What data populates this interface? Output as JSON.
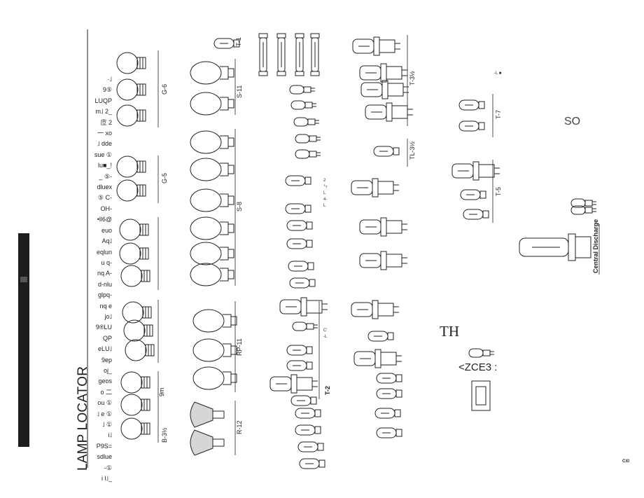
{
  "page": {
    "title": "LAMP LOCATOR",
    "corner_mark": "CXI"
  },
  "left_column_text": [
    "·˩",
    "9⑤",
    "LUQP",
    "m˩ 2_",
    "㡴 2",
    "一 xo",
    "˩ dde",
    "sue ①",
    "lu■_!",
    "_ ⑤-",
    "dluex",
    "⑤ C-",
    "OH-",
    "•ll6@",
    "euo",
    "Aq˩",
    "eqlun",
    "u q-",
    "nq A-",
    "d-nlu",
    "glpq-",
    "nq e",
    "jo˩",
    "9®LU",
    "QP",
    "eLU˩",
    "9ep",
    "oj_",
    "geos",
    "o 二",
    "ou ①",
    "˩ e ①",
    "˩ ①",
    "i˩",
    "P9S=",
    "sdlue",
    "-①",
    "i l˩_"
  ],
  "bulb_labels": {
    "g6": "G-6",
    "g5": "G-5",
    "b3_5": "B-3½",
    "s11": "S-11",
    "s8": "S-8",
    "rp11": "RP-11",
    "r12": "R-12",
    "t1": "T-1",
    "t2": "T-2",
    "t3_5": "T-3½",
    "tl3_5": "TL-3½",
    "t7": "T-7",
    "t5": "T-5",
    "central_discharge": "Central Discharge"
  },
  "stray_marks": {
    "so": "SO",
    "th": "TH",
    "zce": "<ZCE3 :",
    "nine_m": "9m",
    "t2_side": "2 ㄣ L 4- L",
    "c_l": "C' -L",
    "tiny_r": "-L ■"
  }
}
